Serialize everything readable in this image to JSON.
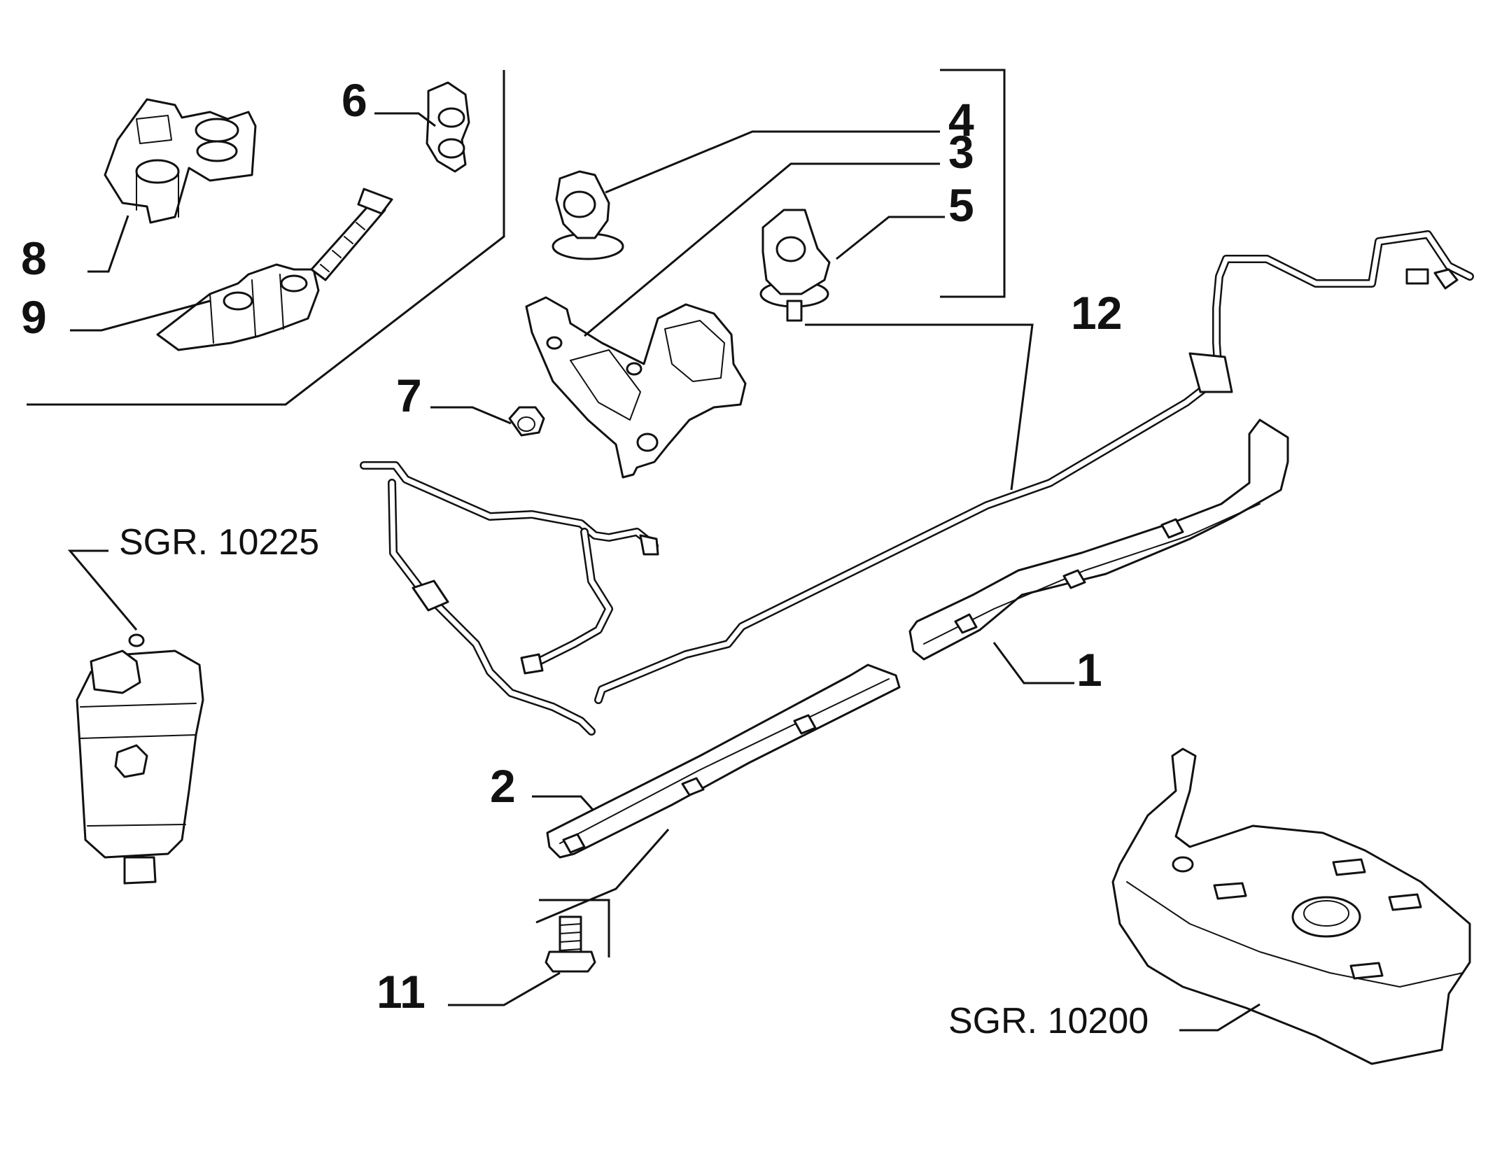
{
  "callouts": {
    "c1": "1",
    "c2": "2",
    "c3": "3",
    "c4": "4",
    "c5": "5",
    "c6": "6",
    "c7": "7",
    "c8": "8",
    "c9": "9",
    "c11": "11",
    "c12": "12"
  },
  "references": {
    "fuel_filter": "SGR. 10225",
    "fuel_tank": "SGR. 10200"
  }
}
